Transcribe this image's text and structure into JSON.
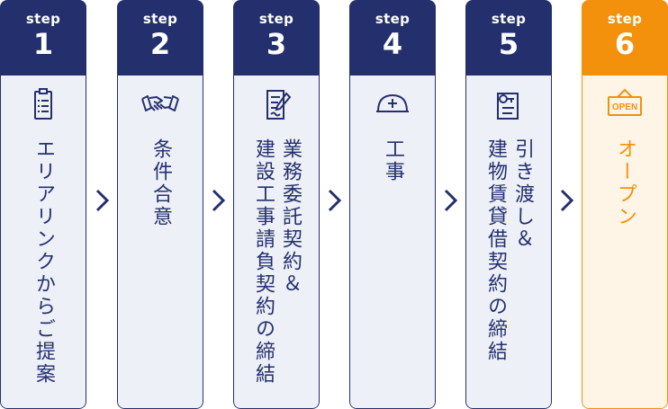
{
  "steps": [
    {
      "label": "step",
      "number": "1",
      "lines": [
        "エリアリンクからご提案"
      ],
      "icon": "clipboard-icon"
    },
    {
      "label": "step",
      "number": "2",
      "lines": [
        "条件合意"
      ],
      "icon": "handshake-icon"
    },
    {
      "label": "step",
      "number": "3",
      "lines": [
        "業務委託契約＆",
        "建設工事請負契約の締結"
      ],
      "icon": "contract-document-icon"
    },
    {
      "label": "step",
      "number": "4",
      "lines": [
        "工事"
      ],
      "icon": "hard-hat-icon"
    },
    {
      "label": "step",
      "number": "5",
      "lines": [
        "引き渡し＆",
        "建物賃貸借契約の締結"
      ],
      "icon": "key-document-icon"
    },
    {
      "label": "step",
      "number": "6",
      "lines": [
        "オープン"
      ],
      "icon": "open-sign-icon",
      "sign_text": "OPEN"
    }
  ],
  "colors": {
    "primary": "#24306e",
    "accent": "#f3900c",
    "panel": "#eef0f7",
    "panel_final": "#fef5e6"
  }
}
